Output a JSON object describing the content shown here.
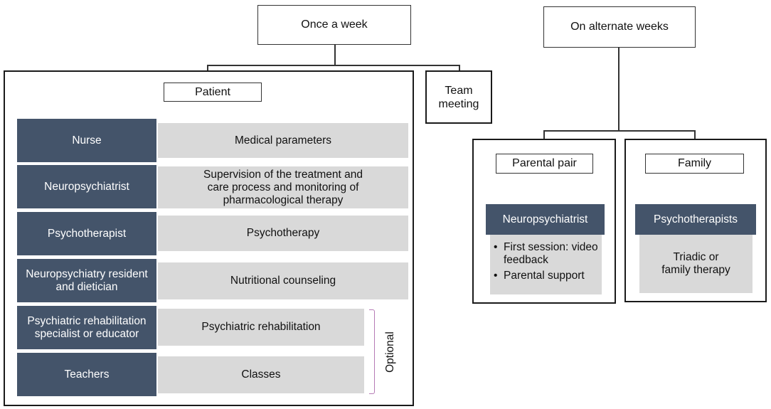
{
  "top_boxes": {
    "once_a_week": "Once a week",
    "alternate_weeks": "On alternate weeks"
  },
  "team_meeting": "Team\nmeeting",
  "patient_panel": {
    "label": "Patient",
    "rows": [
      {
        "role": "Nurse",
        "task": "Medical parameters"
      },
      {
        "role": "Neuropsychiatrist",
        "task": "Supervision of the treatment and care process and monitoring of pharmacological therapy"
      },
      {
        "role": "Psychotherapist",
        "task": "Psychotherapy"
      },
      {
        "role": "Neuropsychiatry resident and dietician",
        "task": "Nutritional counseling"
      },
      {
        "role": "Psychiatric rehabilitation specialist or educator",
        "task": "Psychiatric rehabilitation"
      },
      {
        "role": "Teachers",
        "task": "Classes"
      }
    ],
    "optional_label": "Optional"
  },
  "parental_panel": {
    "label": "Parental pair",
    "role": "Neuropsychiatrist",
    "bullets": [
      "First session: video feedback",
      "Parental support"
    ]
  },
  "family_panel": {
    "label": "Family",
    "role": "Psychotherapists",
    "task": "Triadic or family therapy"
  }
}
